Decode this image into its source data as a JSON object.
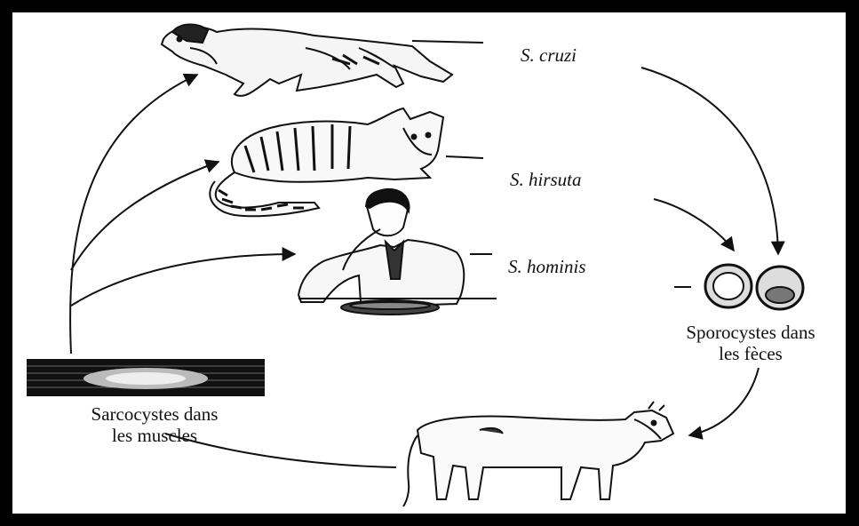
{
  "species": {
    "cruzi": "S. cruzi",
    "hirsuta": "S. hirsuta",
    "hominis": "S. hominis"
  },
  "sporocysts_label": {
    "line1": "Sporocystes dans",
    "line2": "les fèces"
  },
  "sarcocysts_label": {
    "line1": "Sarcocystes dans",
    "line2": "les muscles"
  },
  "hosts": {
    "definitive": [
      "dog-icon",
      "cat-icon",
      "human-icon"
    ],
    "intermediate": "cow-icon"
  },
  "colors": {
    "ink": "#111111",
    "border": "#000000",
    "background": "#ffffff"
  }
}
